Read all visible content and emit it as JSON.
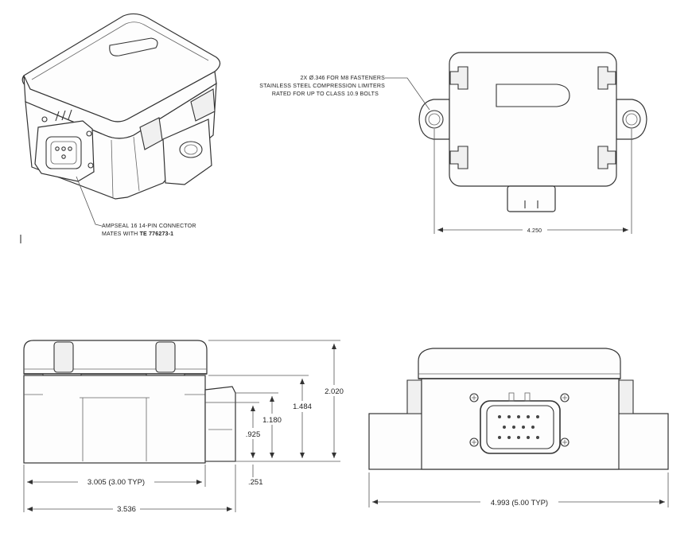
{
  "notes": {
    "connector_line1": "AMPSEAL 16 14-PIN CONNECTOR",
    "connector_line2_prefix": "MATES WITH ",
    "connector_line2_part": "TE 776273-1",
    "fastener_line1": "2X Ø.346 FOR M8 FASTENERS",
    "fastener_line2": "STAINLESS STEEL COMPRESSION LIMITERS",
    "fastener_line3": "RATED FOR UP TO CLASS 10.9 BOLTS"
  },
  "dimensions": {
    "top_width": "4.250",
    "height_overall": "2.020",
    "height_flange": "1.484",
    "height_1180": "1.180",
    "height_925": ".925",
    "offset_251": ".251",
    "side_width": "3.005 (3.00 TYP)",
    "side_overall": "3.536",
    "front_width": "4.993 (5.00 TYP)"
  },
  "colors": {
    "line": "#333333",
    "background": "#ffffff"
  }
}
